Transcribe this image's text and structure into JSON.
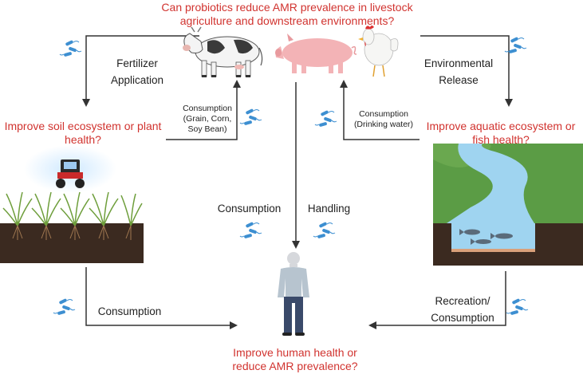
{
  "colors": {
    "question": "#d1332f",
    "arrow": "#333333",
    "microbe": "#3d8fd1",
    "soil": "#3b2a20",
    "grass": "#6e9e3b",
    "water": "#9fd4f0",
    "hill": "#6aa84f"
  },
  "questions": {
    "top": "Can probiotics reduce AMR prevalence in livestock agriculture and downstream environments?",
    "soil": "Improve soil ecosystem or plant health?",
    "aquatic": "Improve aquatic ecosystem or fish health?",
    "human": "Improve human health or reduce AMR prevalence?"
  },
  "labels": {
    "fertilizer": "Fertilizer Application",
    "environmental": "Environmental Release",
    "consumption_grain": "Consumption (Grain, Corn, Soy Bean)",
    "consumption_water": "Consumption (Drinking water)",
    "consumption_center": "Consumption",
    "handling": "Handling",
    "consumption_left": "Consumption",
    "recreation": "Recreation/ Consumption"
  },
  "icons": [
    "cow-icon",
    "pig-icon",
    "chicken-icon",
    "tractor-icon",
    "crop-field-icon",
    "river-icon",
    "fish-icon",
    "person-icon",
    "bacteria-icon"
  ]
}
